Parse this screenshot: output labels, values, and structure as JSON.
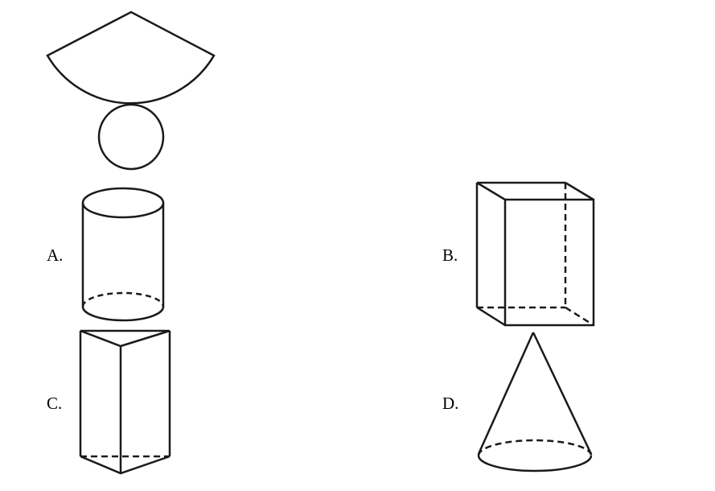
{
  "options": [
    {
      "label": "A.",
      "shape": "cylinder"
    },
    {
      "label": "B.",
      "shape": "cuboid"
    },
    {
      "label": "C.",
      "shape": "triangular-prism"
    },
    {
      "label": "D.",
      "shape": "cone"
    }
  ],
  "net": {
    "shape": "sector-and-circle"
  },
  "colors": {
    "stroke": "#1a1a1a"
  }
}
